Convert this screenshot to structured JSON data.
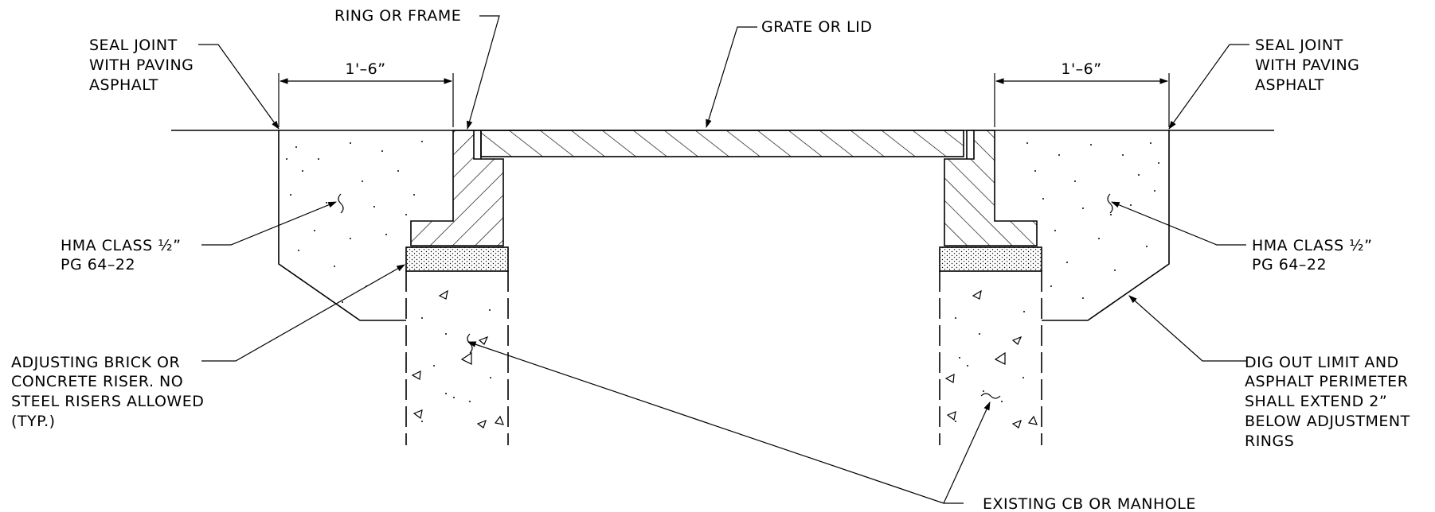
{
  "labels": {
    "ring_or_frame": "RING OR FRAME",
    "grate_or_lid": "GRATE OR LID",
    "seal_joint_left": [
      "SEAL JOINT",
      "WITH PAVING",
      "ASPHALT"
    ],
    "seal_joint_right": [
      "SEAL JOINT",
      "WITH PAVING",
      "ASPHALT"
    ],
    "dim_left": "1'–6”",
    "dim_right": "1'–6”",
    "hma_left": [
      "HMA CLASS ½”",
      "PG 64–22"
    ],
    "hma_right": [
      "HMA CLASS ½”",
      "PG 64–22"
    ],
    "adjusting_riser": [
      "ADJUSTING BRICK OR",
      "CONCRETE RISER.  NO",
      "STEEL RISERS ALLOWED",
      "(TYP.)"
    ],
    "dig_out_limit": [
      "DIG OUT LIMIT AND",
      "ASPHALT PERIMETER",
      "SHALL EXTEND 2”",
      "BELOW ADJUSTMENT",
      "RINGS"
    ],
    "existing_structure": "EXISTING CB OR MANHOLE"
  },
  "colors": {
    "line": "#000000",
    "background": "#ffffff"
  }
}
